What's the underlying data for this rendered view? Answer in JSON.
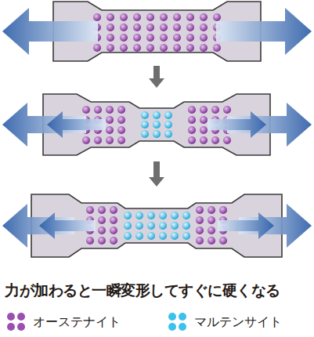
{
  "diagram": {
    "caption": "力が加わると一瞬変形してすぐに硬くなる",
    "legend": [
      {
        "text": "オーステナイト",
        "color": "#9b4fb0"
      },
      {
        "text": "マルテンサイト",
        "color": "#3cc0ec"
      }
    ]
  }
}
